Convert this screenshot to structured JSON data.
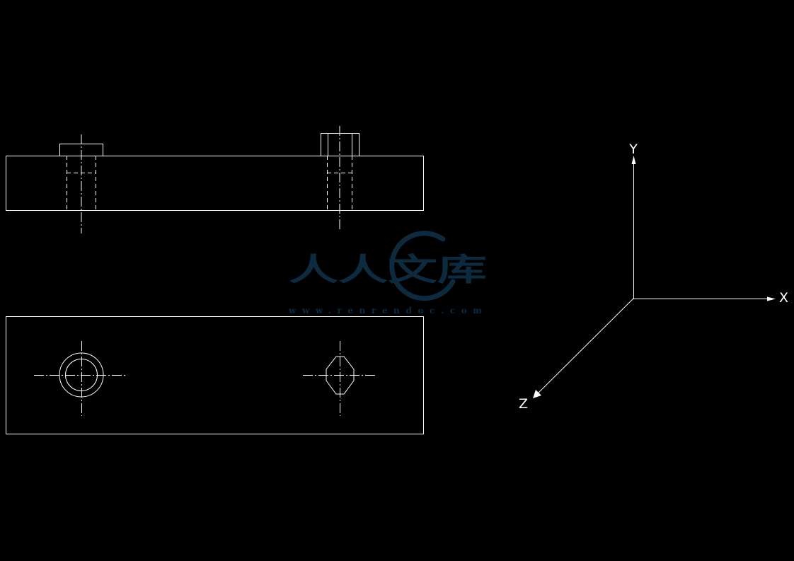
{
  "drawing": {
    "line_color": "#ffffff",
    "background": "#000000"
  },
  "axes": {
    "x_label": "X",
    "y_label": "Y",
    "z_label": "Z"
  },
  "watermark": {
    "text": "人人文库",
    "url": "www.renrendoc.com",
    "color": "#0d2a3f"
  }
}
